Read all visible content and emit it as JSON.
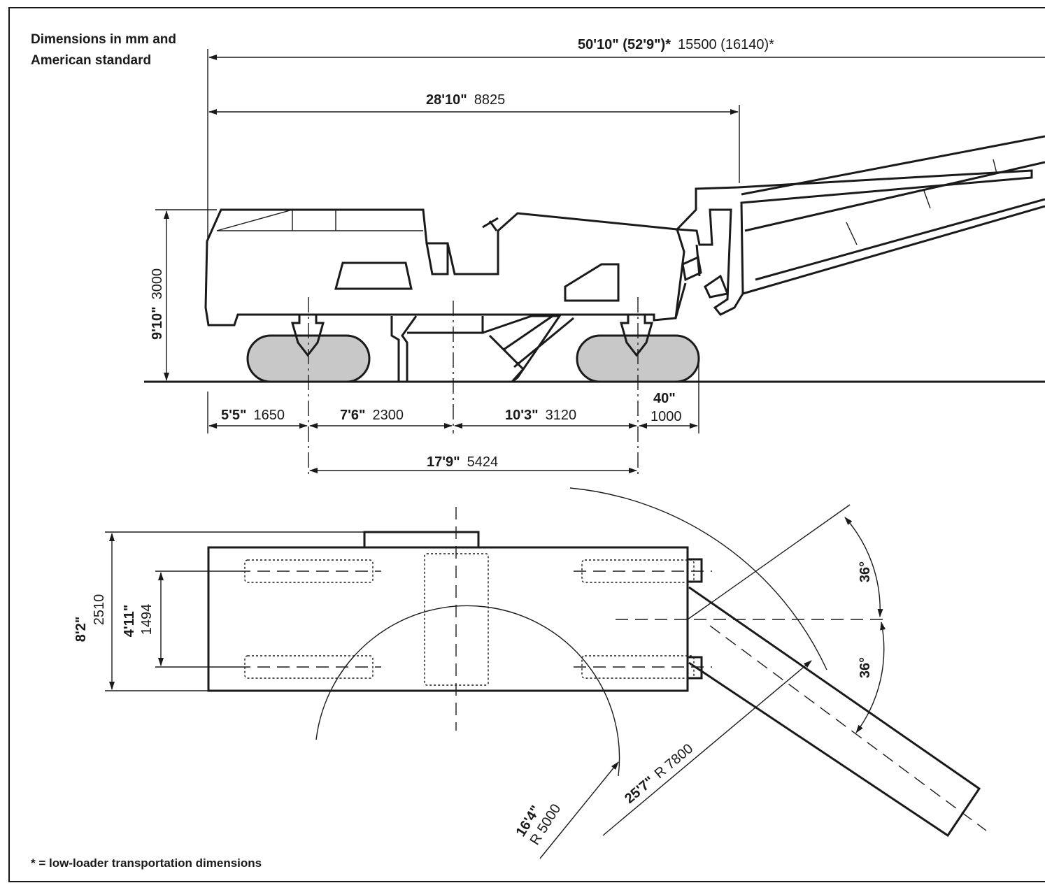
{
  "header": {
    "line1": "Dimensions in mm and",
    "line2": "American standard"
  },
  "footnote": "* = low-loader transportation dimensions",
  "side_view": {
    "overall_length": {
      "imperial": "50'10\" (52'9\")*",
      "metric": "15500 (16140)*"
    },
    "body_length": {
      "imperial": "28'10\"",
      "metric": "8825"
    },
    "height": {
      "imperial": "9'10\"",
      "metric": "3000"
    },
    "seg1": {
      "imperial": "5'5\"",
      "metric": "1650"
    },
    "seg2": {
      "imperial": "7'6\"",
      "metric": "2300"
    },
    "seg3": {
      "imperial": "10'3\"",
      "metric": "3120"
    },
    "seg4": {
      "imperial": "40\"",
      "metric": "1000"
    },
    "wheelbase": {
      "imperial": "17'9\"",
      "metric": "5424"
    }
  },
  "top_view": {
    "width": {
      "imperial": "8'2\"",
      "metric": "2510"
    },
    "track_gauge": {
      "imperial": "4'11\"",
      "metric": "1494"
    },
    "angle_up": "36°",
    "angle_down": "36°",
    "radius_outer": {
      "imperial": "25'7\"",
      "metric": "R 7800"
    },
    "radius_inner": {
      "imperial": "16'4\"",
      "metric": "R 5000"
    }
  },
  "colors": {
    "line": "#1a1a1a",
    "track_fill": "#c8c8c8",
    "background": "#ffffff"
  }
}
